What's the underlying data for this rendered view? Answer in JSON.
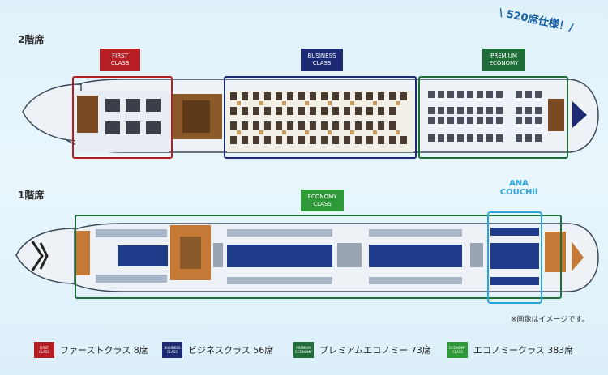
{
  "headline": "\\ 520席仕様！/",
  "decks": {
    "upper": {
      "label": "2階席"
    },
    "lower": {
      "label": "1階席"
    }
  },
  "classes": {
    "first": {
      "line1": "FIRST",
      "line2": "CLASS",
      "color": "#b51e23"
    },
    "business": {
      "line1": "BUSINESS",
      "line2": "CLASS",
      "color": "#1b2a73"
    },
    "premium": {
      "line1": "PREMIUM",
      "line2": "ECONOMY",
      "color": "#1f6e3a"
    },
    "economy": {
      "line1": "ECONOMY",
      "line2": "CLASS",
      "color": "#2e9a37"
    }
  },
  "couchii": {
    "line1": "ANA",
    "line2": "COUCHii",
    "color": "#2aa4de"
  },
  "note": "※画像はイメージです。",
  "legend": [
    {
      "badge1": "FIRST",
      "badge2": "CLASS",
      "text": "ファーストクラス 8席",
      "color": "#b51e23"
    },
    {
      "badge1": "BUSINESS",
      "badge2": "CLASS",
      "text": "ビジネスクラス 56席",
      "color": "#1b2a73"
    },
    {
      "badge1": "PREMIUM",
      "badge2": "ECONOMY",
      "text": "プレミアムエコノミー 73席",
      "color": "#1f6e3a"
    },
    {
      "badge1": "ECONOMY",
      "badge2": "CLASS",
      "text": "エコノミークラス 383席",
      "color": "#2e9a37"
    }
  ]
}
